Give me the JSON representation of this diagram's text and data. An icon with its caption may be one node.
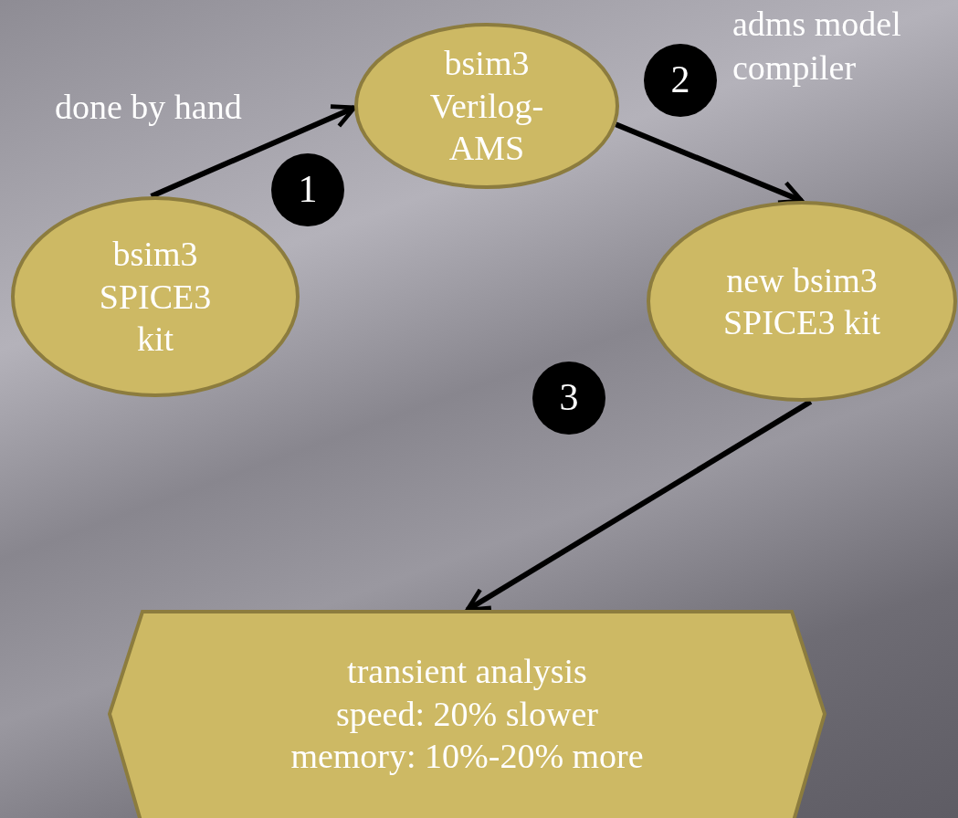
{
  "diagram": {
    "nodes": [
      {
        "text": [
          "bsim3 SPICE3 kit"
        ]
      },
      {
        "text": [
          "bsim3 Verilog-AMS"
        ]
      },
      {
        "text": [
          "new bsim3 SPICE3 kit"
        ]
      },
      {
        "text": [
          "transient  analysis",
          "speed: 20% slower",
          "memory: 10%-20% more"
        ]
      },
      {
        "text": [
          "1"
        ]
      },
      {
        "text": [
          "2"
        ]
      },
      {
        "text": [
          "3"
        ]
      }
    ],
    "edges": [
      {
        "from": 0,
        "to": 1,
        "arrow": "to"
      },
      {
        "from": 1,
        "to": 2,
        "arrow": "to"
      },
      {
        "from": 2,
        "to": 3,
        "arrow": "to"
      }
    ],
    "labels": [
      "adms model compiler",
      "done by hand"
    ]
  }
}
